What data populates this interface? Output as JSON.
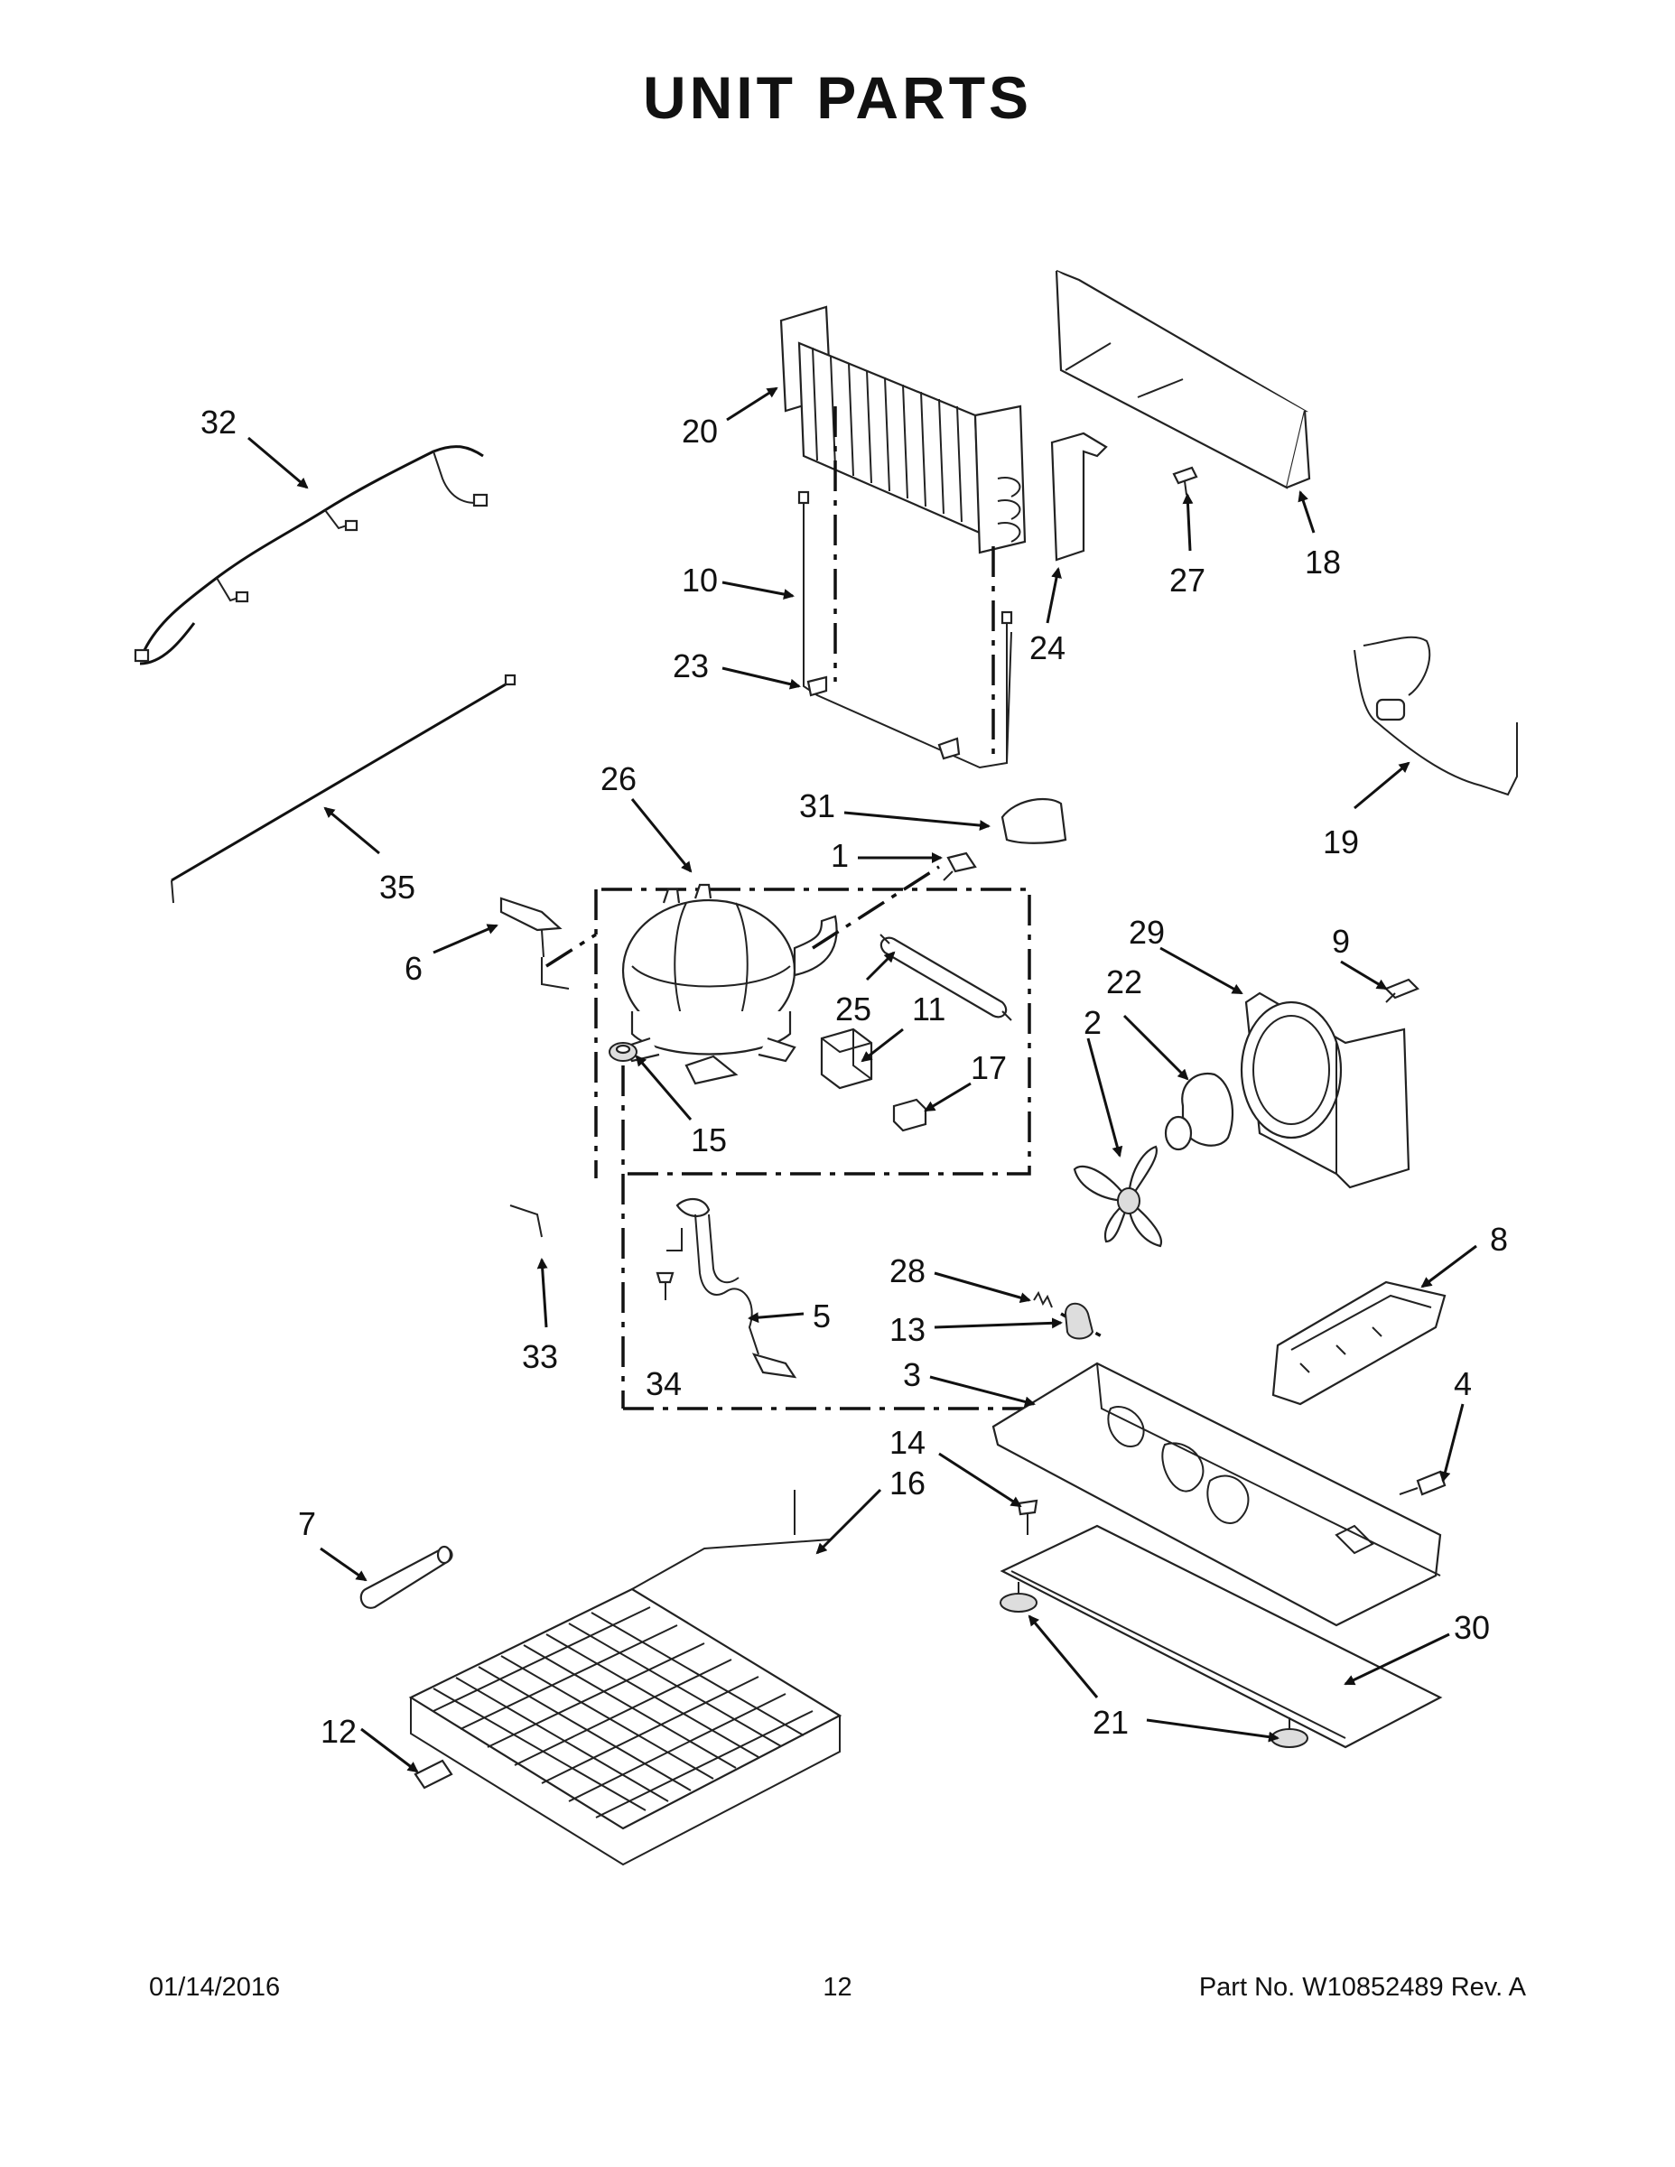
{
  "header": {
    "title": "UNIT PARTS"
  },
  "footer": {
    "date": "01/14/2016",
    "page": "12",
    "part_no": "Part No.  W10852489  Rev.  A"
  },
  "callouts": [
    "1",
    "2",
    "3",
    "4",
    "5",
    "6",
    "7",
    "8",
    "9",
    "10",
    "11",
    "12",
    "13",
    "14",
    "15",
    "16",
    "17",
    "18",
    "19",
    "20",
    "21",
    "22",
    "23",
    "24",
    "25",
    "26",
    "27",
    "28",
    "29",
    "30",
    "31",
    "32",
    "33",
    "34",
    "35"
  ]
}
